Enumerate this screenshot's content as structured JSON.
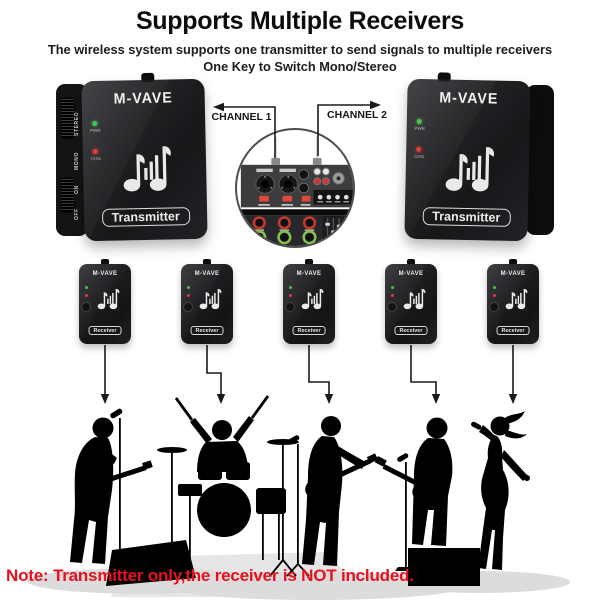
{
  "header": {
    "title": "Supports Multiple Receivers",
    "subtitle_line1": "The wireless system supports one transmitter to send signals to multiple receivers",
    "subtitle_line2": "One Key to Switch Mono/Stereo"
  },
  "mixer_callout": {
    "channel1_label": "CHANNEL 1",
    "channel2_label": "CHANNEL 2"
  },
  "transmitter_left": {
    "brand": "M-VAVE",
    "device_label": "Transmitter",
    "led_power_label": "PWR",
    "led_charge_label": "CHG",
    "switch_stereo": "STEREO",
    "switch_mono": "MONO",
    "switch_on": "ON",
    "switch_off": "OFF"
  },
  "transmitter_right": {
    "brand": "M-VAVE",
    "device_label": "Transmitter",
    "led_power_label": "PWR",
    "led_charge_label": "CHG"
  },
  "receiver": {
    "brand": "M-VAVE",
    "device_label": "Receiver",
    "count": 5
  },
  "note": {
    "text": "Note: Transmitter only,the receiver is NOT included."
  },
  "colors": {
    "title_text": "#0c0c0c",
    "note_red": "#e8101f",
    "led_green": "#36c04a",
    "led_red": "#e03030",
    "device_body": "#1b1b1e"
  }
}
